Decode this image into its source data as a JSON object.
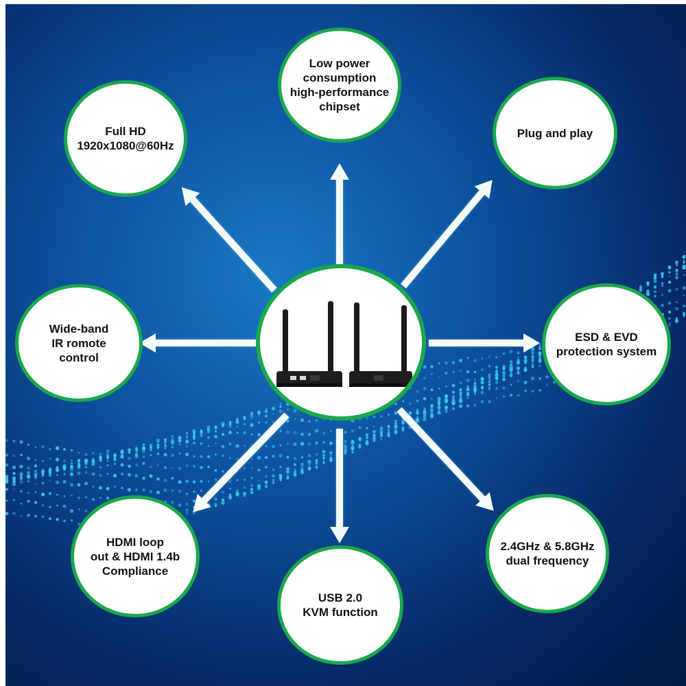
{
  "diagram": {
    "center": {
      "image_description_icon": "two-wireless-hdmi-extender-units-with-antennas-icon"
    },
    "features": [
      {
        "id": "top",
        "label": "Low power\nconsumption\nhigh-performance\nchipset"
      },
      {
        "id": "top-left",
        "label": "Full HD\n1920x1080@60Hz"
      },
      {
        "id": "top-right",
        "label": "Plug and play"
      },
      {
        "id": "left",
        "label": "Wide-band\nIR romote\ncontrol"
      },
      {
        "id": "right",
        "label": "ESD & EVD\nprotection system"
      },
      {
        "id": "bottom-left",
        "label": "HDMI loop\nout & HDMI 1.4b\nCompliance"
      },
      {
        "id": "bottom",
        "label": "USB 2.0\nKVM function"
      },
      {
        "id": "bottom-right",
        "label": "2.4GHz & 5.8GHz\ndual frequency"
      }
    ]
  },
  "colors": {
    "bubble_border": "#1aa84c",
    "arrow": "#f2fbf6",
    "background_dark": "#062a68",
    "background_light": "#1a78c4",
    "particles": "#3cc8f0"
  }
}
